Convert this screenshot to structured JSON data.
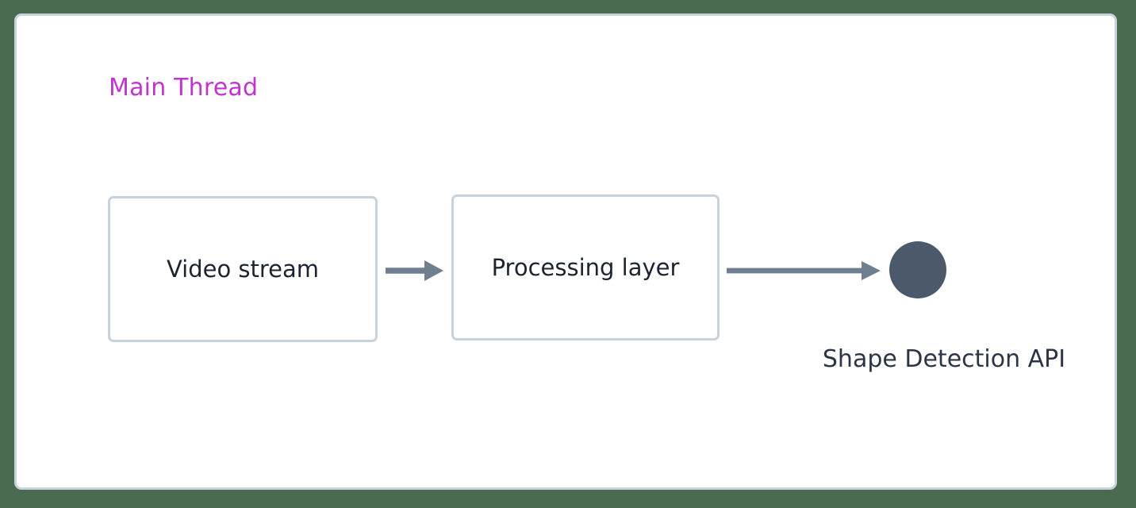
{
  "canvas": {
    "background_color": "#4b6b50",
    "panel_background": "#ffffff",
    "panel_border_color": "#c8d3dc"
  },
  "diagram": {
    "type": "flow-diagram",
    "lane": {
      "title": "Main Thread",
      "title_color": "#c036cc"
    },
    "nodes": [
      {
        "id": "video-stream",
        "shape": "rounded-rectangle",
        "label": "Video stream",
        "border_color": "#c6d2dc",
        "fill": "#ffffff",
        "text_color": "#1b2430"
      },
      {
        "id": "processing-layer",
        "shape": "rounded-rectangle",
        "label": "Processing layer",
        "border_color": "#c6d2dc",
        "fill": "#ffffff",
        "text_color": "#1b2430"
      },
      {
        "id": "shape-detection-api",
        "shape": "circle",
        "label": "Shape Detection API",
        "fill": "#4c596b",
        "text_color": "#2b3545"
      }
    ],
    "edges": [
      {
        "id": "edge-video-to-processing",
        "from": "video-stream",
        "to": "processing-layer",
        "style": "solid-arrow",
        "color": "#6f7f8f"
      },
      {
        "id": "edge-processing-to-api",
        "from": "processing-layer",
        "to": "shape-detection-api",
        "style": "solid-arrow",
        "color": "#6f7f8f"
      }
    ]
  }
}
